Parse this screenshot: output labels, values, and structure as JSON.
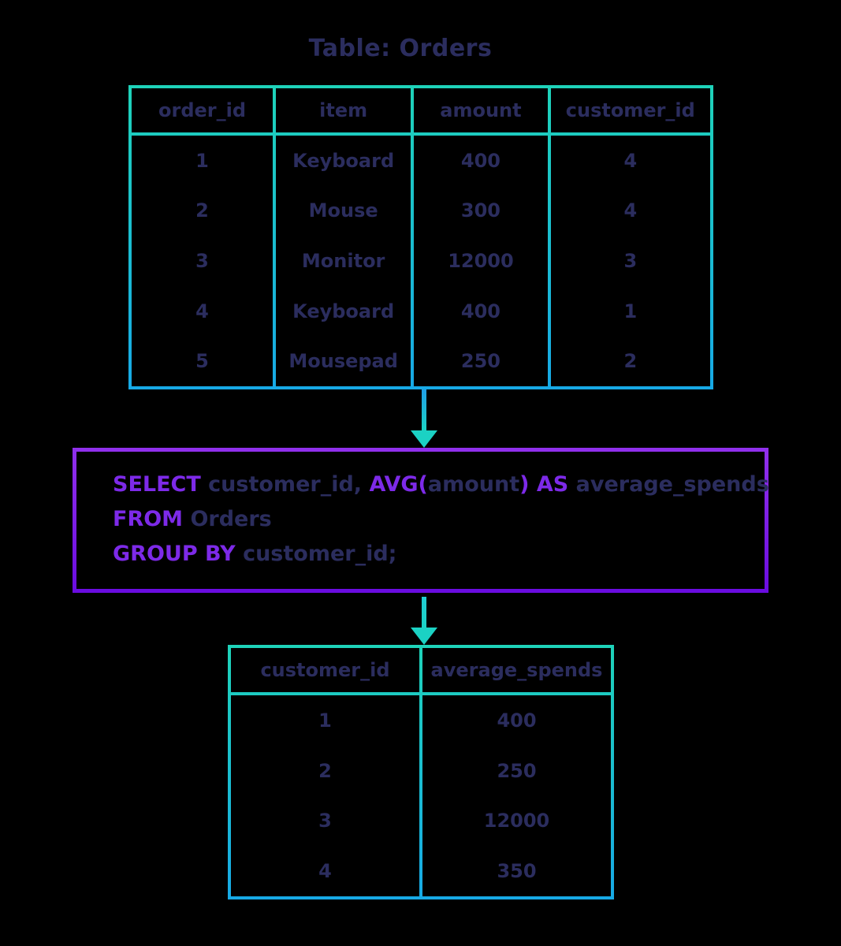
{
  "colors": {
    "background": "#000000",
    "text_navy": "#2b2d5e",
    "keyword_purple": "#7d2ae8",
    "table_border_top": "#1ed3b9",
    "table_border_bottom": "#17a9e6",
    "sql_border_top": "#9130ec",
    "sql_border_bottom": "#6a0ce0",
    "arrow_teal": "#1bd2c4",
    "arrow_blue": "#1f9fe8"
  },
  "title": "Table: Orders",
  "orders_table": {
    "headers": [
      "order_id",
      "item",
      "amount",
      "customer_id"
    ],
    "rows": [
      [
        "1",
        "Keyboard",
        "400",
        "4"
      ],
      [
        "2",
        "Mouse",
        "300",
        "4"
      ],
      [
        "3",
        "Monitor",
        "12000",
        "3"
      ],
      [
        "4",
        "Keyboard",
        "400",
        "1"
      ],
      [
        "5",
        "Mousepad",
        "250",
        "2"
      ]
    ]
  },
  "sql": {
    "line1": [
      {
        "text": "SELECT",
        "type": "keyword"
      },
      {
        "text": " customer_id, ",
        "type": "identifier"
      },
      {
        "text": "AVG(",
        "type": "keyword"
      },
      {
        "text": "amount",
        "type": "identifier"
      },
      {
        "text": ") AS",
        "type": "keyword"
      },
      {
        "text": " average_spends",
        "type": "identifier"
      }
    ],
    "line2": [
      {
        "text": "FROM",
        "type": "keyword"
      },
      {
        "text": " Orders",
        "type": "identifier"
      }
    ],
    "line3": [
      {
        "text": "GROUP BY",
        "type": "keyword"
      },
      {
        "text": " customer_id;",
        "type": "identifier"
      }
    ]
  },
  "result_table": {
    "headers": [
      "customer_id",
      "average_spends"
    ],
    "rows": [
      [
        "1",
        "400"
      ],
      [
        "2",
        "250"
      ],
      [
        "3",
        "12000"
      ],
      [
        "4",
        "350"
      ]
    ]
  }
}
